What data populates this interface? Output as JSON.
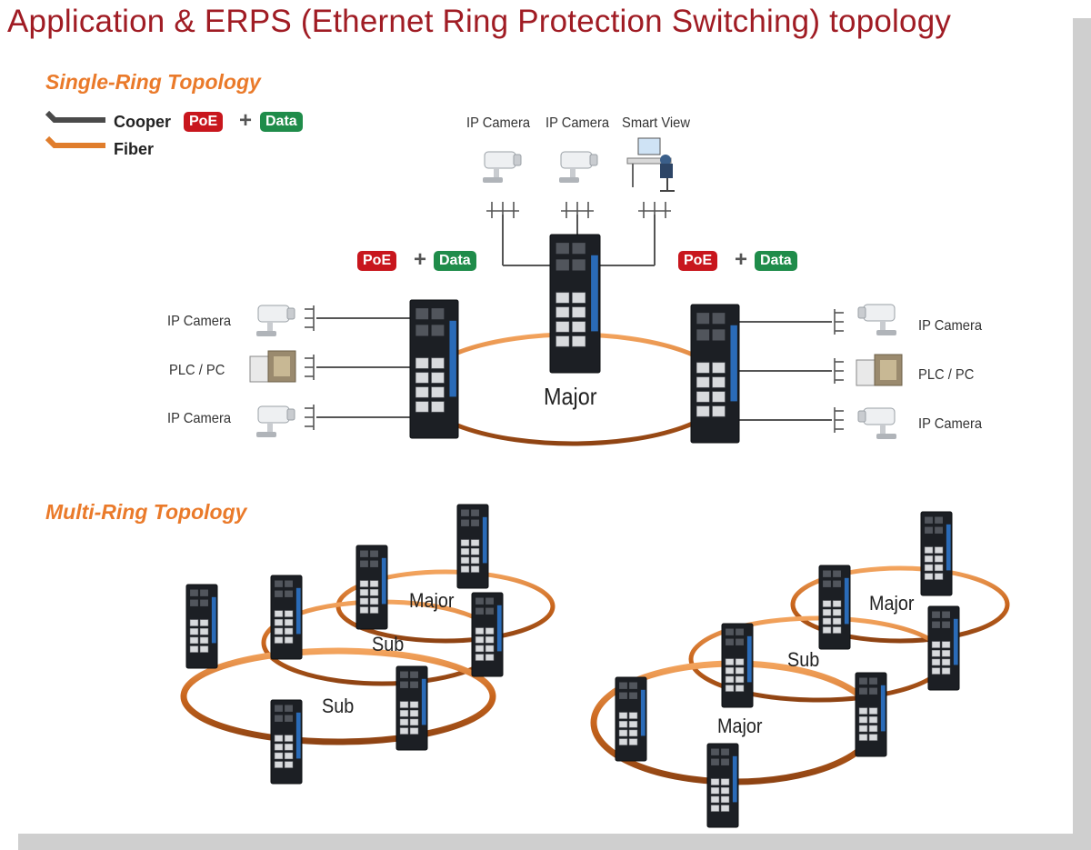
{
  "title": "Application & ERPS (Ethernet  Ring Protection Switching) topology",
  "single_ring": {
    "heading": "Single-Ring Topology",
    "legend": [
      {
        "label": "Cooper",
        "color": "#4a4a4a"
      },
      {
        "label": "Fiber",
        "color": "#e07d2c"
      }
    ],
    "badge_poe": "PoE",
    "badge_data": "Data",
    "plus": "+",
    "ring_label": "Major",
    "top_devices": [
      "IP Camera",
      "IP Camera",
      "Smart View"
    ],
    "left_devices": [
      "IP Camera",
      "PLC / PC",
      "IP Camera"
    ],
    "right_devices": [
      "IP Camera",
      "PLC / PC",
      "IP Camera"
    ]
  },
  "multi_ring": {
    "heading": "Multi-Ring Topology",
    "left_labels": {
      "major": "Major",
      "sub_inner": "Sub",
      "sub_outer": "Sub"
    },
    "right_labels": {
      "major_top": "Major",
      "sub": "Sub",
      "major_bottom": "Major"
    }
  },
  "colors": {
    "title": "#a01c24",
    "heading": "#ea7a2a",
    "poe": "#c8161d",
    "data": "#1f8c4a",
    "fiber": "#e07d2c",
    "switch_blue": "#2a6bb8"
  }
}
